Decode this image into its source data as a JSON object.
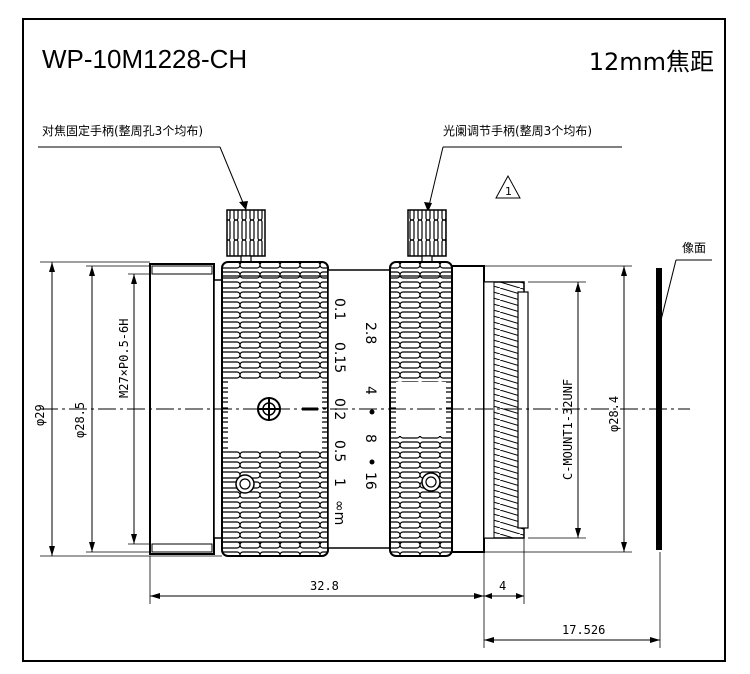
{
  "header": {
    "model": "WP-10M1228-CH",
    "focal_length": "12mm焦距"
  },
  "annotations": {
    "focus_knob": "对焦固定手柄(整周孔3个均布)",
    "iris_knob": "光阑调节手柄(整周3个均布)",
    "image_plane": "像面",
    "warning_symbol": "1"
  },
  "dimensions": {
    "outer_diameter": "φ29",
    "body_diameter": "φ28.5",
    "filter_thread": "M27×P0.5-6H",
    "mount_thread": "C-MOUNT1-32UNF",
    "mount_diameter": "φ28.4",
    "length": "32.8",
    "mount_length": "4",
    "flange_back": "17.526"
  },
  "focus_scale": [
    "0.1",
    "0.15",
    "0.2",
    "0.5",
    "1",
    "∞m"
  ],
  "iris_scale": [
    "2.8",
    "4",
    "8",
    "16"
  ]
}
